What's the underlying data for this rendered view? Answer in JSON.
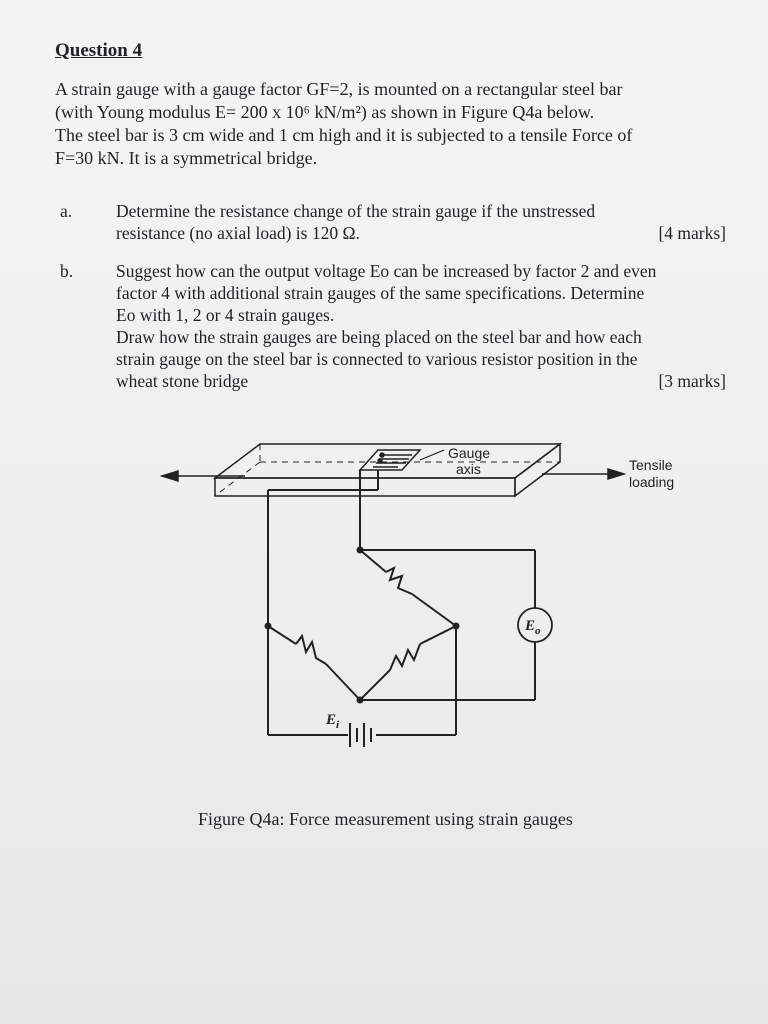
{
  "question": {
    "title": "Question 4",
    "intro_lines": [
      "A strain gauge with a gauge factor GF=2, is mounted on a rectangular steel bar",
      "(with Young modulus E= 200 x 10⁶ kN/m²) as shown in Figure Q4a below.",
      "The steel bar is 3 cm wide and 1 cm high and it is subjected to a tensile Force of",
      "F=30 kN. It is a symmetrical bridge."
    ]
  },
  "parts": {
    "a": {
      "label": "a.",
      "line1": "Determine the resistance change of the strain gauge if the unstressed",
      "line2": "resistance (no axial load) is 120 Ω.",
      "marks": "[4 marks]"
    },
    "b": {
      "label": "b.",
      "lines": [
        "Suggest how can the output voltage Eo can be increased by factor 2 and even",
        "factor 4 with additional strain gauges of the same specifications. Determine",
        "Eo with 1, 2 or 4 strain gauges.",
        "Draw how the strain gauges are being placed on the steel bar and how each",
        "strain gauge on the steel bar is connected to various resistor position in the"
      ],
      "last_line": "wheat stone bridge",
      "marks": "[3 marks]"
    }
  },
  "figure": {
    "gauge_axis_line1": "Gauge",
    "gauge_axis_line2": "axis",
    "tensile_line1": "Tensile",
    "tensile_line2": "loading",
    "output_label": "E",
    "output_sub": "o",
    "input_label": "E",
    "input_sub": "i",
    "caption": "Figure Q4a: Force measurement using strain gauges"
  }
}
